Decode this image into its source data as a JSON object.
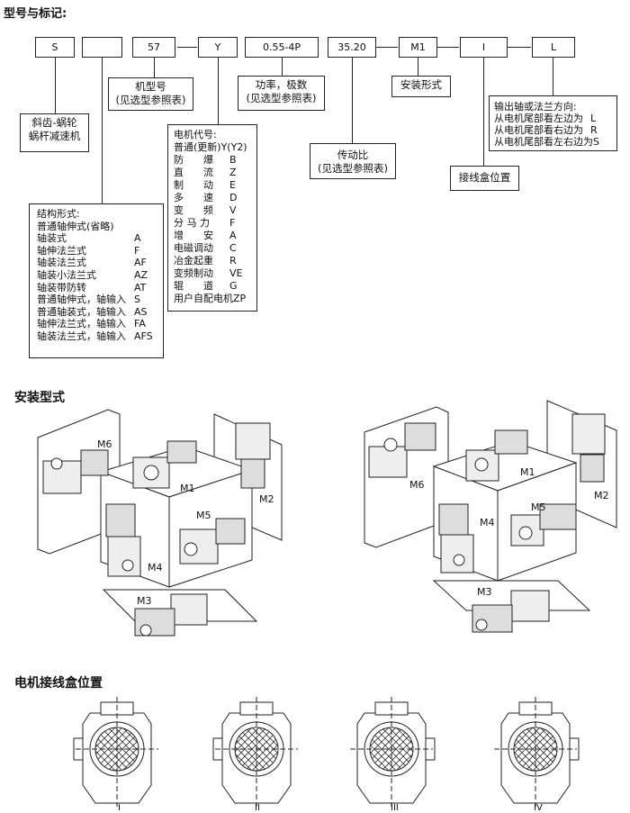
{
  "sections": {
    "model_marking": "型号与标记:",
    "mounting": "安装型式",
    "terminal_box": "电机接线盒位置"
  },
  "code_boxes": [
    "S",
    "",
    "57",
    "Y",
    "0.55-4P",
    "35.20",
    "M1",
    "I",
    "L"
  ],
  "labels": {
    "worm": [
      "斜齿-蜗轮",
      "蜗杆减速机"
    ],
    "frame": [
      "机型号",
      "(见选型参照表)"
    ],
    "power": [
      "功率，极数",
      "(见选型参照表)"
    ],
    "mount": "安装形式",
    "ratio": [
      "传动比",
      "(见选型参照表)"
    ],
    "terminal": "接线盒位置"
  },
  "structure": {
    "title": "结构形式:",
    "rows": [
      [
        "普通轴伸式(省略)",
        ""
      ],
      [
        "轴装式",
        "A"
      ],
      [
        "轴伸法兰式",
        "F"
      ],
      [
        "轴装法兰式",
        "AF"
      ],
      [
        "轴装小法兰式",
        "AZ"
      ],
      [
        "轴装带防转",
        "AT"
      ],
      [
        "普通轴伸式，轴输入",
        "S"
      ],
      [
        "普通轴装式，轴输入",
        "AS"
      ],
      [
        "轴伸法兰式，轴输入",
        "FA"
      ],
      [
        "轴装法兰式，轴输入",
        "AFS"
      ]
    ]
  },
  "motor": {
    "title": "电机代号:",
    "rows": [
      [
        "普通(更新)Y(Y2)",
        ""
      ],
      [
        "防　　爆",
        "B"
      ],
      [
        "直　　流",
        "Z"
      ],
      [
        "制　　动",
        "E"
      ],
      [
        "多　　速",
        "D"
      ],
      [
        "变　　频",
        "V"
      ],
      [
        "分 马 力",
        "F"
      ],
      [
        "增　　安",
        "A"
      ],
      [
        "电磁调动",
        "C"
      ],
      [
        "冶金起重",
        "R"
      ],
      [
        "变频制动",
        "VE"
      ],
      [
        "辊　　道",
        "G"
      ],
      [
        "用户自配电机",
        "ZP"
      ]
    ]
  },
  "output": {
    "title": "输出轴或法兰方向:",
    "rows": [
      [
        "从电机尾部看左边为",
        "L"
      ],
      [
        "从电机尾部看右边为",
        "R"
      ],
      [
        "从电机尾部看左右边为",
        "S"
      ]
    ]
  },
  "mount_positions": [
    "M1",
    "M2",
    "M3",
    "M4",
    "M5",
    "M6"
  ],
  "terminal_positions": [
    "I",
    "II",
    "III",
    "IV"
  ]
}
